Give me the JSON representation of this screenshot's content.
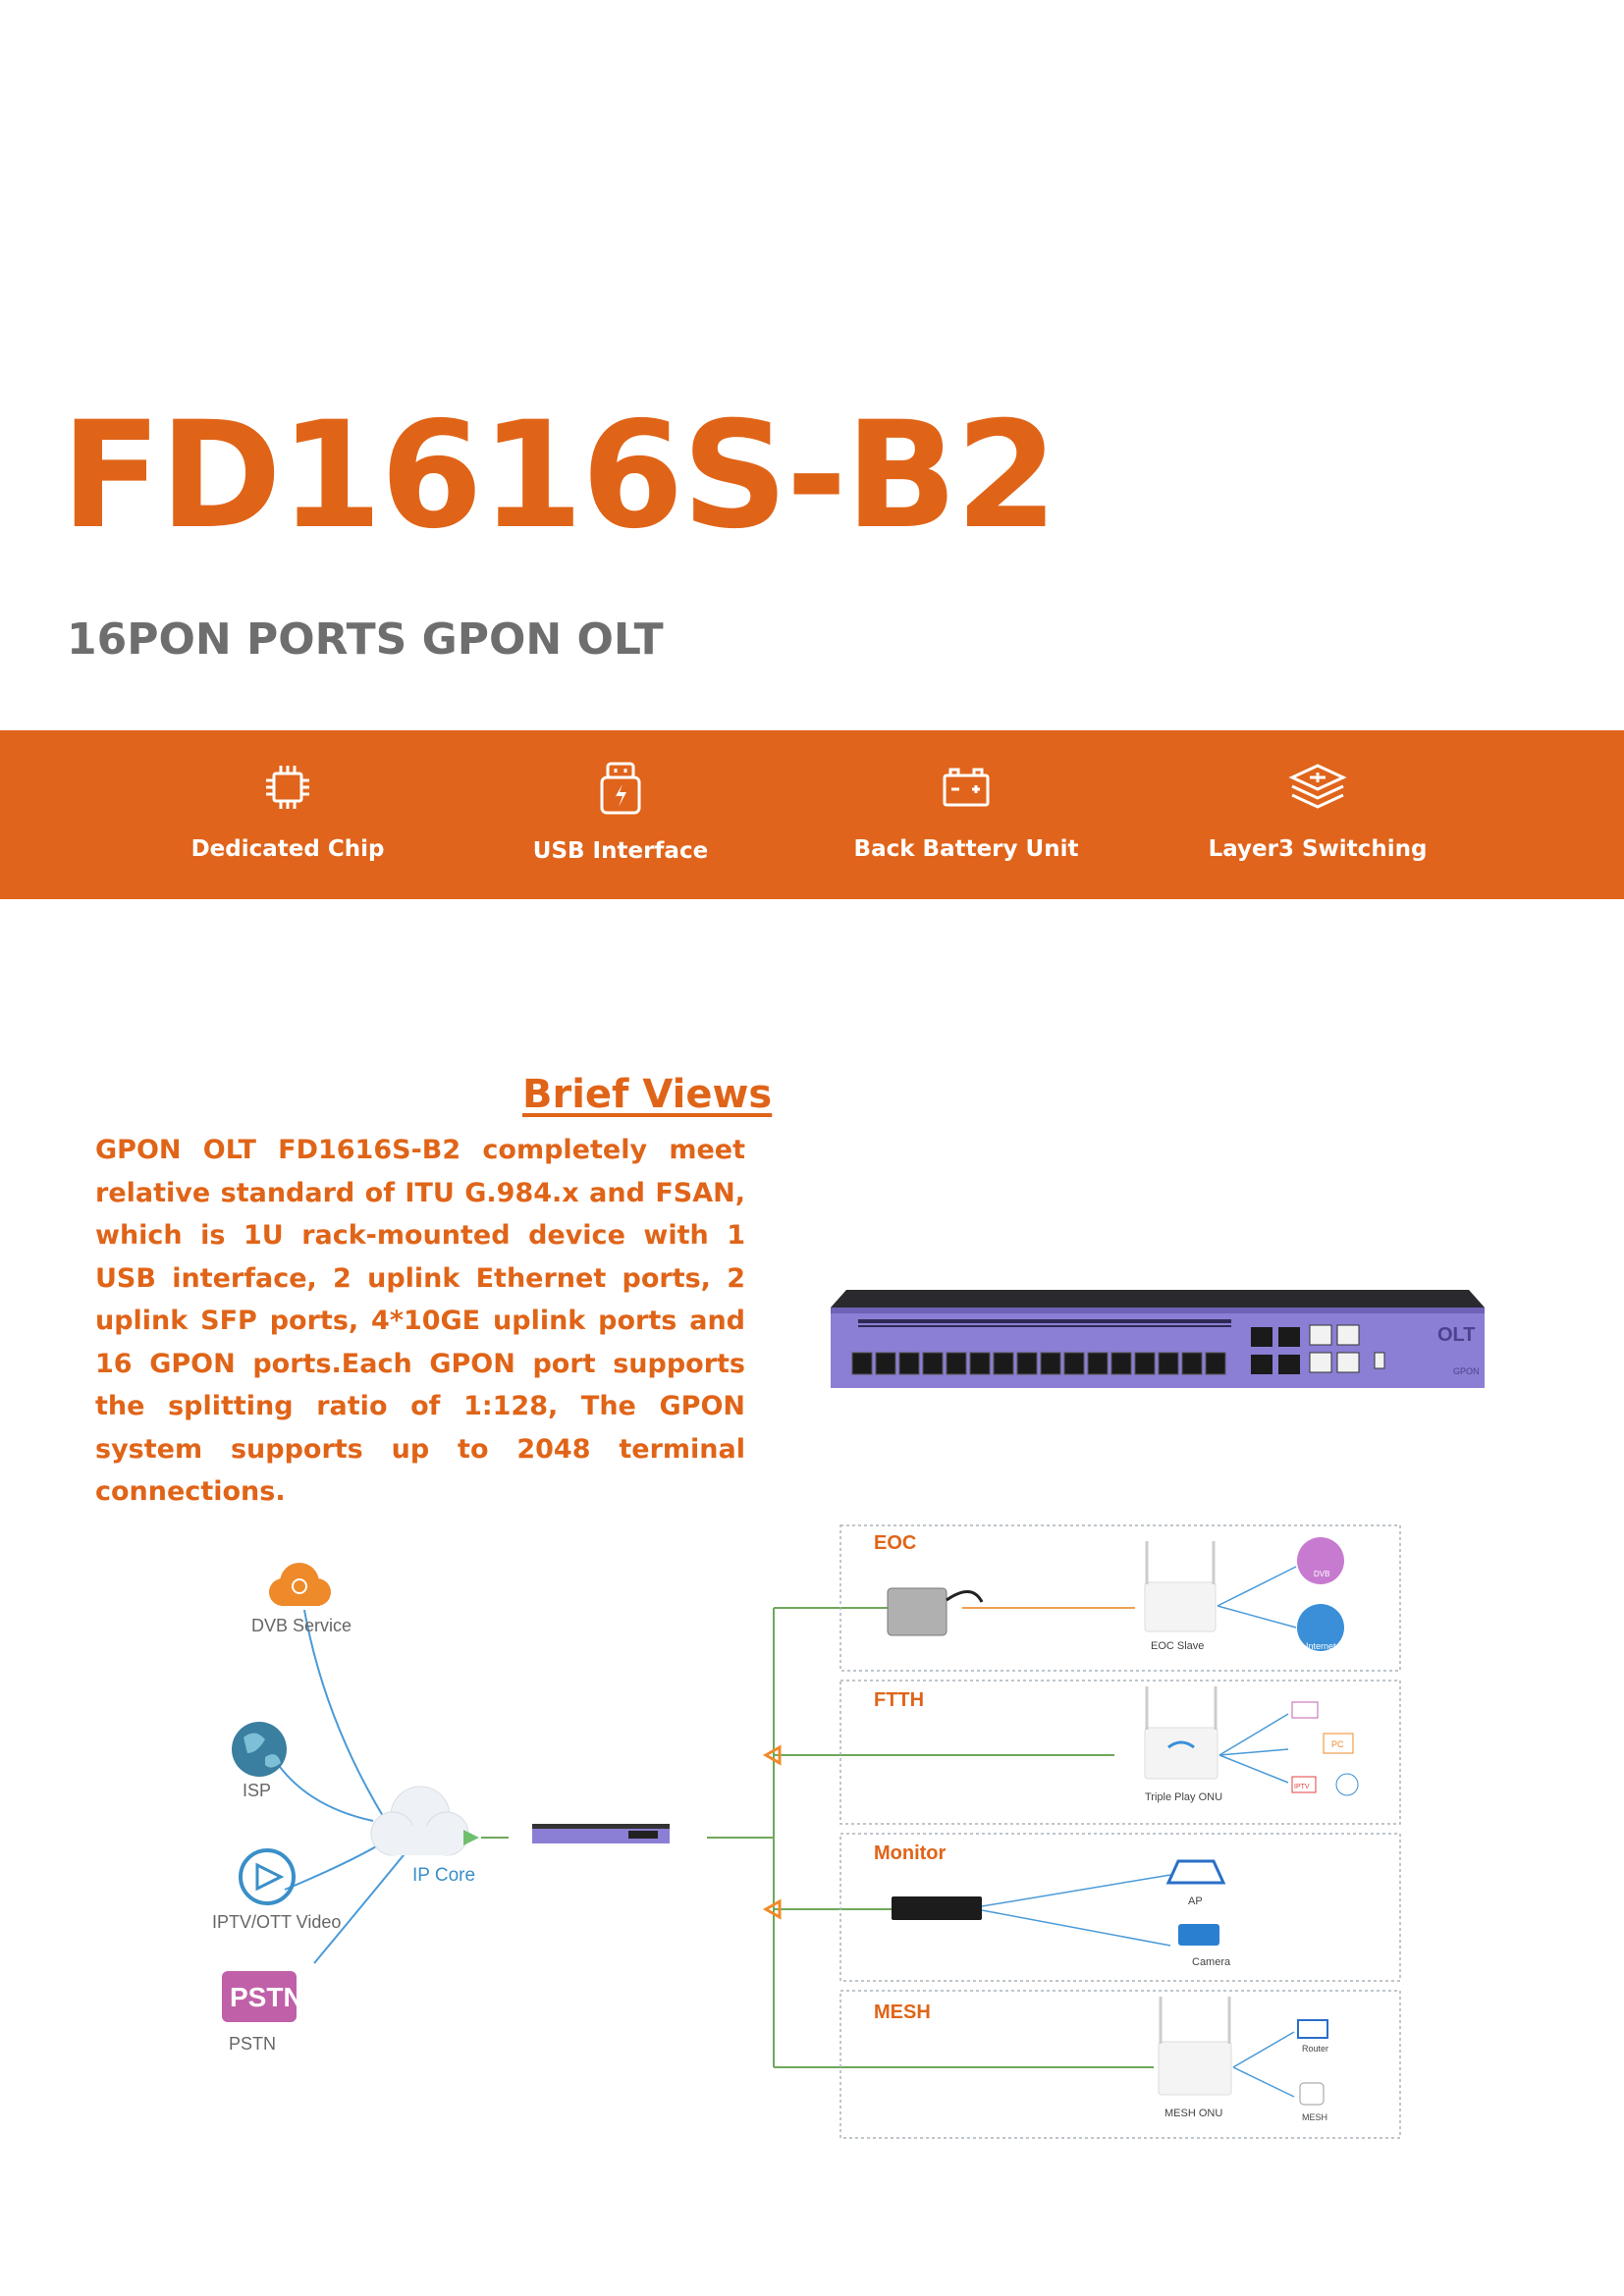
{
  "header": {
    "model": "FD1616S-B2",
    "subtitle": "16PON PORTS GPON OLT"
  },
  "features": [
    {
      "label": "Dedicated Chip",
      "icon": "chip-icon"
    },
    {
      "label": "USB Interface",
      "icon": "usb-icon"
    },
    {
      "label": "Back Battery Unit",
      "icon": "battery-icon"
    },
    {
      "label": "Layer3 Switching",
      "icon": "layers-icon"
    }
  ],
  "brief": {
    "heading": "Brief Views",
    "body": "GPON OLT FD1616S-B2 completely meet relative standard of ITU G.984.x and FSAN, which is 1U rack-mounted device with 1 USB interface, 2 uplink Ethernet ports, 2 uplink SFP ports, 4*10GE uplink ports and 16 GPON ports.Each GPON port supports the splitting ratio of 1:128, The GPON system supports up to 2048 terminal connections."
  },
  "device_image": {
    "brand_text": "OLT",
    "model_text": "GPON"
  },
  "diagram": {
    "sources": [
      "DVB Service",
      "ISP",
      "IPTV/OTT Video",
      "PSTN"
    ],
    "pstn_badge": "PSTN",
    "core_label": "IP Core",
    "panels": [
      {
        "title": "EOC",
        "device_label": "EOC Slave",
        "endpoints": [
          "DVB",
          "Internet"
        ]
      },
      {
        "title": "FTTH",
        "device_label": "Triple Play ONU",
        "endpoints": [
          "PC",
          "IPTV"
        ]
      },
      {
        "title": "Monitor",
        "device_label": "",
        "endpoints": [
          "AP",
          "Camera"
        ]
      },
      {
        "title": "MESH",
        "device_label": "MESH ONU",
        "endpoints": [
          "Router",
          "MESH"
        ]
      }
    ]
  },
  "colors": {
    "accent": "#e0641b",
    "subtitle_gray": "#6e6e6e",
    "device_purple": "#8a7fd4",
    "line_green": "#6fa85a",
    "line_orange": "#f0a050",
    "line_blue": "#4a9ad8"
  }
}
